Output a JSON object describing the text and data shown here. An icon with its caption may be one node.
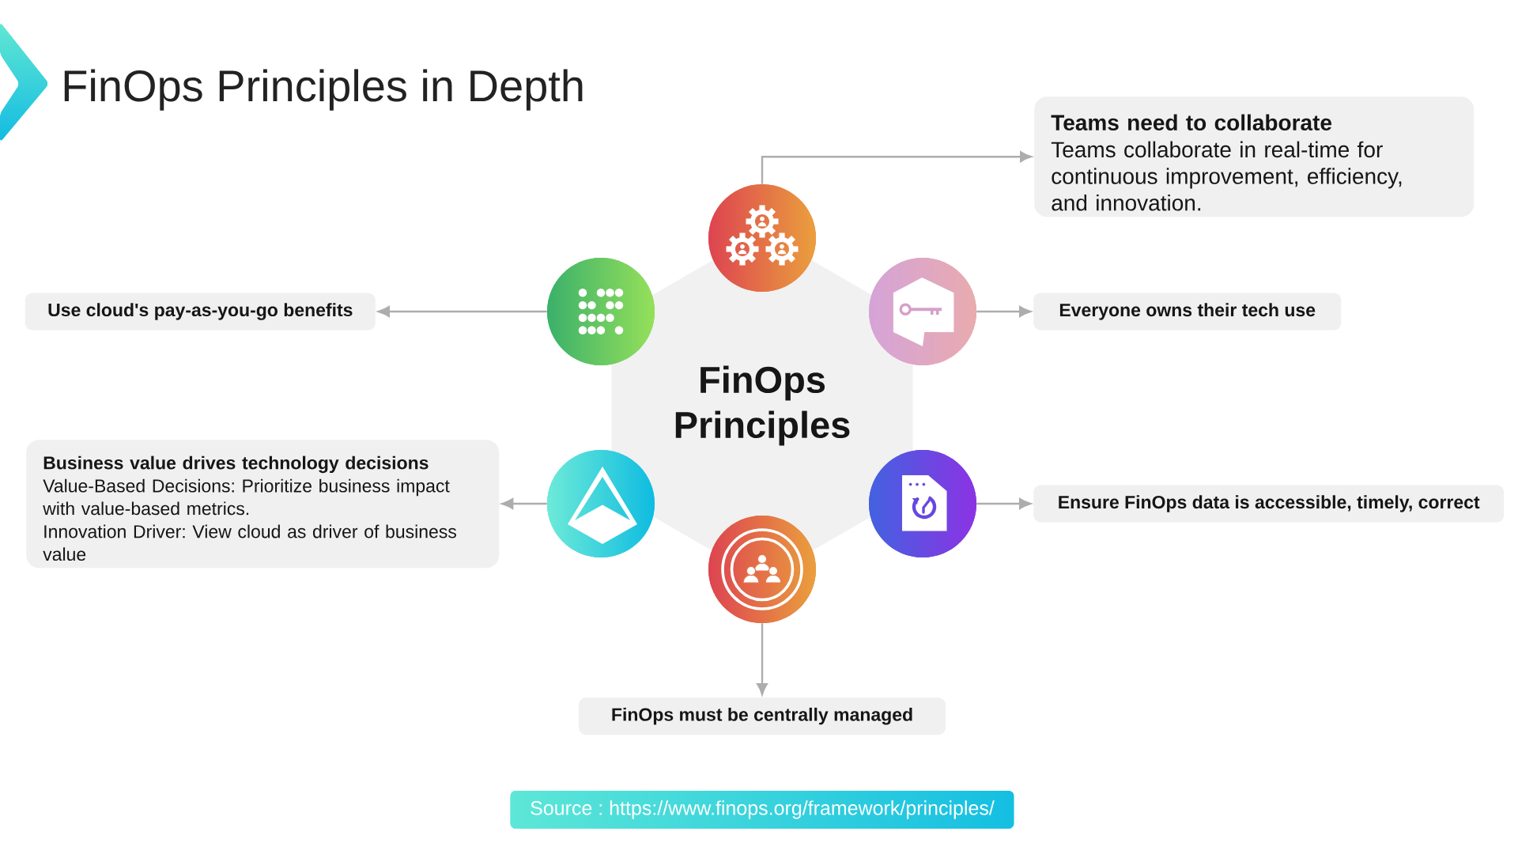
{
  "diagram": {
    "title": "FinOps Principles in Depth",
    "nodes": [
      {
        "text": [
          "FinOps Principles"
        ]
      },
      {
        "text": [],
        "shape": "circle"
      },
      {
        "text": [],
        "shape": "circle"
      },
      {
        "text": [],
        "shape": "circle"
      },
      {
        "text": [],
        "shape": "circle"
      },
      {
        "text": [],
        "shape": "circle"
      },
      {
        "text": [],
        "shape": "circle"
      },
      {
        "text": [
          "Teams need to collaborate",
          "Teams collaborate in real-time for continuous improvement, efficiency, and innovation."
        ]
      },
      {
        "text": [
          "Use cloud's pay-as-you-go benefits"
        ]
      },
      {
        "text": [
          "Everyone owns their tech use"
        ]
      },
      {
        "text": [
          "Business value drives technology decisions",
          "Value-Based Decisions: Prioritize business impact with value-based metrics.",
          "Innovation Driver: View cloud as driver of business value"
        ]
      },
      {
        "text": [
          "Ensure FinOps data is accessible, timely, correct"
        ]
      },
      {
        "text": [
          "FinOps must be centrally managed"
        ]
      },
      {
        "text": [
          "Source : https://www.finops.org/framework/principles/"
        ]
      }
    ],
    "edges": [
      {
        "from": 1,
        "to": 7,
        "arrow": "to"
      },
      {
        "from": 2,
        "to": 8,
        "arrow": "to"
      },
      {
        "from": 3,
        "to": 9,
        "arrow": "to"
      },
      {
        "from": 4,
        "to": 10,
        "arrow": "to"
      },
      {
        "from": 5,
        "to": 11,
        "arrow": "to"
      },
      {
        "from": 6,
        "to": 12,
        "arrow": "to"
      }
    ]
  }
}
